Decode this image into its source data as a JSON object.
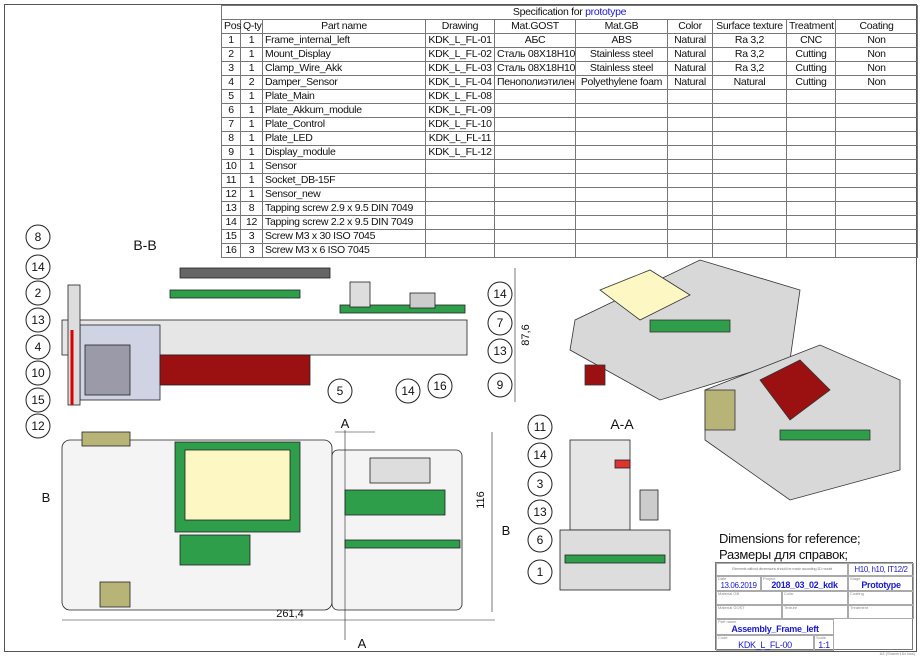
{
  "spec": {
    "title_prefix": "Specification for",
    "title_highlight": "prototype",
    "headers": [
      "Pos",
      "Q-ty",
      "Part name",
      "Drawing",
      "Mat.GOST",
      "Mat.GB",
      "Color",
      "Surface texture",
      "Treatment",
      "Coating"
    ],
    "rows": [
      [
        "1",
        "1",
        "Frame_internal_left",
        "KDK_L_FL-01",
        "АБС",
        "ABS",
        "Natural",
        "Ra 3,2",
        "CNC",
        "Non"
      ],
      [
        "2",
        "1",
        "Mount_Display",
        "KDK_L_FL-02",
        "Сталь 08Х18Н10",
        "Stainless steel",
        "Natural",
        "Ra 3,2",
        "Cutting",
        "Non"
      ],
      [
        "3",
        "1",
        "Clamp_Wire_Akk",
        "KDK_L_FL-03",
        "Сталь 08Х18Н10",
        "Stainless steel",
        "Natural",
        "Ra 3,2",
        "Cutting",
        "Non"
      ],
      [
        "4",
        "2",
        "Damper_Sensor",
        "KDK_L_FL-04",
        "Пенополиэтилен",
        "Polyethylene foam",
        "Natural",
        "Natural",
        "Cutting",
        "Non"
      ],
      [
        "5",
        "1",
        "Plate_Main",
        "KDK_L_FL-08",
        "",
        "",
        "",
        "",
        "",
        ""
      ],
      [
        "6",
        "1",
        "Plate_Akkum_module",
        "KDK_L_FL-09",
        "",
        "",
        "",
        "",
        "",
        ""
      ],
      [
        "7",
        "1",
        "Plate_Control",
        "KDK_L_FL-10",
        "",
        "",
        "",
        "",
        "",
        ""
      ],
      [
        "8",
        "1",
        "Plate_LED",
        "KDK_L_FL-11",
        "",
        "",
        "",
        "",
        "",
        ""
      ],
      [
        "9",
        "1",
        "Display_module",
        "KDK_L_FL-12",
        "",
        "",
        "",
        "",
        "",
        ""
      ],
      [
        "10",
        "1",
        "Sensor",
        "",
        "",
        "",
        "",
        "",
        "",
        ""
      ],
      [
        "11",
        "1",
        "Socket_DB-15F",
        "",
        "",
        "",
        "",
        "",
        "",
        ""
      ],
      [
        "12",
        "1",
        "Sensor_new",
        "",
        "",
        "",
        "",
        "",
        "",
        ""
      ],
      [
        "13",
        "8",
        "Tapping screw 2.9 x 9.5  DIN 7049",
        "",
        "",
        "",
        "",
        "",
        "",
        ""
      ],
      [
        "14",
        "12",
        "Tapping screw 2.2 x 9.5  DIN 7049",
        "",
        "",
        "",
        "",
        "",
        "",
        ""
      ],
      [
        "15",
        "3",
        "Screw M3 x 30  ISO 7045",
        "",
        "",
        "",
        "",
        "",
        "",
        ""
      ],
      [
        "16",
        "3",
        "Screw M3 x 6  ISO 7045",
        "",
        "",
        "",
        "",
        "",
        "",
        ""
      ]
    ]
  },
  "drawing": {
    "section_bb": "B-B",
    "section_aa": "A-A",
    "dim_height": "87,6",
    "dim_width": "261,4",
    "dim_116": "116",
    "cut_a": "A",
    "cut_b": "B",
    "balloons_bb": [
      "8",
      "14",
      "2",
      "13",
      "4",
      "10",
      "15",
      "12",
      "14",
      "7",
      "13",
      "5",
      "14",
      "16",
      "9"
    ],
    "balloons_aa": [
      "11",
      "14",
      "3",
      "13",
      "6",
      "1"
    ]
  },
  "notes": {
    "line1": "Dimensions for reference;",
    "line2": "Размеры для справок;"
  },
  "title_block": {
    "general_note": "Elements without dimensions should be made according 3D model",
    "tolerance": "H10, h10, IT12/2",
    "date_label": "Date",
    "date": "13.06.2019",
    "project_label": "Project",
    "project": "2018_03_02_kdk",
    "stage_label": "Stage",
    "stage": "Prototype",
    "mat_gb_label": "Material GB",
    "color_label": "Color",
    "coating_label": "Coating",
    "mat_gost_label": "Material GOST",
    "texture_label": "Texture",
    "treatment_label": "Treatment",
    "part_name_label": "Part name",
    "part_name": "Assembly_Frame_left",
    "code_label": "Code",
    "code": "KDK_L_FL-00",
    "scale_label": "Scale",
    "scale": "1:1",
    "sheet": "A3 (Shaver16x.bas)"
  },
  "colors": {
    "accent": "#1a1ad0",
    "pcb": "#2e9e4a",
    "motor": "#9b1010",
    "body": "#d8d8d8",
    "display": "#fdf7c4"
  }
}
